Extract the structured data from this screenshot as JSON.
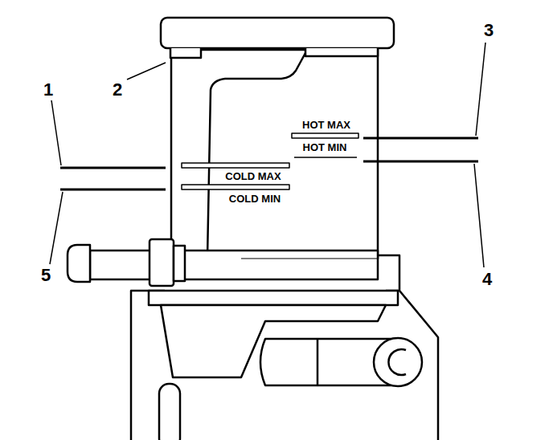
{
  "diagram": {
    "labels": [
      "1",
      "2",
      "3",
      "4",
      "5",
      "HOT MAX",
      "HOT MIN",
      "COLD MAX",
      "COLD MIN"
    ]
  }
}
